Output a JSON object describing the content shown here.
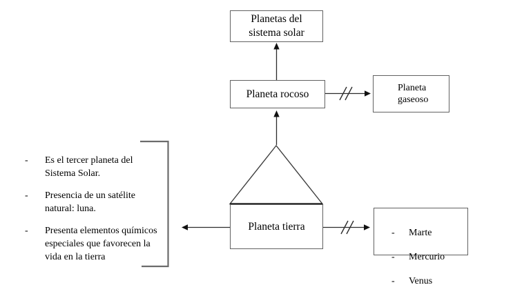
{
  "diagram": {
    "title_box": {
      "label": "Planetas del\nsistema solar"
    },
    "rocoso_box": {
      "label": "Planeta rocoso"
    },
    "gaseoso_box": {
      "label": "Planeta\ngaseoso"
    },
    "tierra_box": {
      "label": "Planeta tierra"
    },
    "bullet": "-",
    "planet_list_box": {
      "items": [
        "Marte",
        "Mercurio",
        "Venus"
      ]
    },
    "tierra_facts": {
      "items": [
        "Es el tercer planeta del\nSistema Solar.",
        "Presencia de un satélite\nnatural: luna.",
        "Presenta elementos químicos\nespeciales que favorecen la\nvida en la tierra"
      ]
    },
    "colors": {
      "background": "#ffffff",
      "box_border": "#616161",
      "line": "#2b2b2b",
      "arrowhead": "#111111",
      "bracket": "#6b6b6b",
      "text": "#000000"
    }
  }
}
